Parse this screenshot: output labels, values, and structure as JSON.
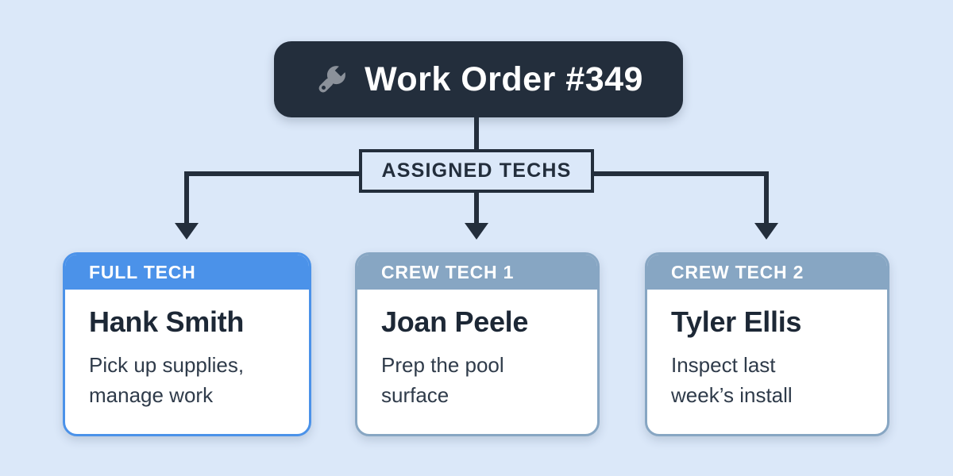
{
  "colors": {
    "background": "#dbe8f9",
    "ink": "#232e3c",
    "accent_blue": "#4b92e9",
    "accent_steel": "#87a6c3",
    "card_background": "#ffffff",
    "wrench_gray": "#8b919a",
    "name_text": "#1d2836",
    "body_text": "#2f3b4a",
    "header_text": "#ffffff"
  },
  "diagram": {
    "root": {
      "icon": "wrench-icon",
      "title": "Work Order #349"
    },
    "hub": {
      "label": "ASSIGNED TECHS"
    },
    "cards": [
      {
        "role": "FULL TECH",
        "name": "Hank Smith",
        "task_lines": [
          "Pick up supplies,",
          "manage work"
        ],
        "accent": "#4b92e9"
      },
      {
        "role": "CREW TECH 1",
        "name": "Joan Peele",
        "task_lines": [
          "Prep the pool",
          "surface"
        ],
        "accent": "#87a6c3"
      },
      {
        "role": "CREW TECH 2",
        "name": "Tyler Ellis",
        "task_lines": [
          "Inspect last",
          "week’s install"
        ],
        "accent": "#87a6c3"
      }
    ]
  }
}
